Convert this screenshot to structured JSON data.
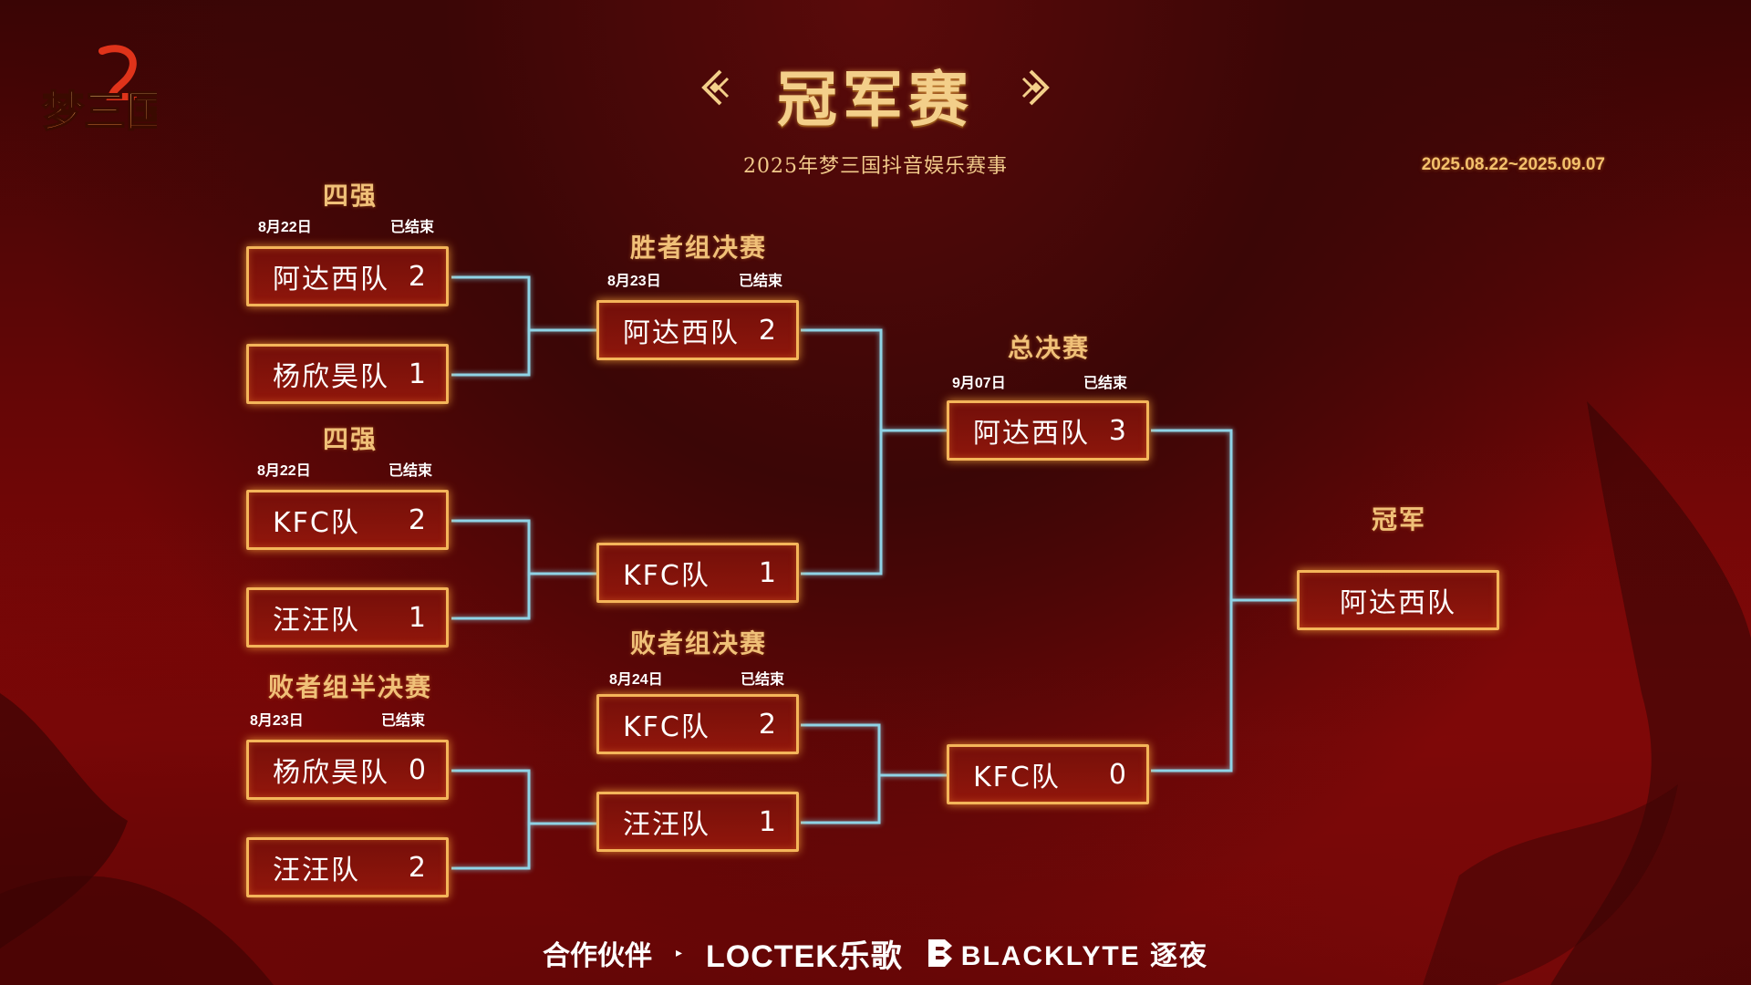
{
  "header": {
    "logo_text": "梦三国",
    "title": "冠军赛",
    "subtitle": "2025年梦三国抖音娱乐赛事",
    "date_range": "2025.08.22~2025.09.07"
  },
  "colors": {
    "gold": "#f4b55a",
    "connector": "#8fd3e6",
    "background": "#6a0606"
  },
  "stages": {
    "qf1": {
      "label": "四强",
      "date": "8月22日",
      "status": "已结束"
    },
    "qf2": {
      "label": "四强",
      "date": "8月22日",
      "status": "已结束"
    },
    "lsf": {
      "label": "败者组半决赛",
      "date": "8月23日",
      "status": "已结束"
    },
    "wf": {
      "label": "胜者组决赛",
      "date": "8月23日",
      "status": "已结束"
    },
    "lf": {
      "label": "败者组决赛",
      "date": "8月24日",
      "status": "已结束"
    },
    "gf": {
      "label": "总决赛",
      "date": "9月07日",
      "status": "已结束"
    },
    "champ": {
      "label": "冠军"
    }
  },
  "matches": {
    "qf1": [
      {
        "team": "阿达西队",
        "score": "2"
      },
      {
        "team": "杨欣昊队",
        "score": "1"
      }
    ],
    "qf2": [
      {
        "team": "KFC队",
        "score": "2"
      },
      {
        "team": "汪汪队",
        "score": "1"
      }
    ],
    "lsf": [
      {
        "team": "杨欣昊队",
        "score": "0"
      },
      {
        "team": "汪汪队",
        "score": "2"
      }
    ],
    "wf": [
      {
        "team": "阿达西队",
        "score": "2"
      },
      {
        "team": "KFC队",
        "score": "1"
      }
    ],
    "lf": [
      {
        "team": "KFC队",
        "score": "2"
      },
      {
        "team": "汪汪队",
        "score": "1"
      }
    ],
    "gf": [
      {
        "team": "阿达西队",
        "score": "3"
      },
      {
        "team": "KFC队",
        "score": "0"
      }
    ],
    "champion": "阿达西队"
  },
  "footer": {
    "partner_label": "合作伙伴",
    "arrow": "▸",
    "brand1": "LOCTEK乐歌",
    "brand2": "BLACKLYTE 逐夜",
    "brand2_icon": "blacklyte-b-icon"
  }
}
